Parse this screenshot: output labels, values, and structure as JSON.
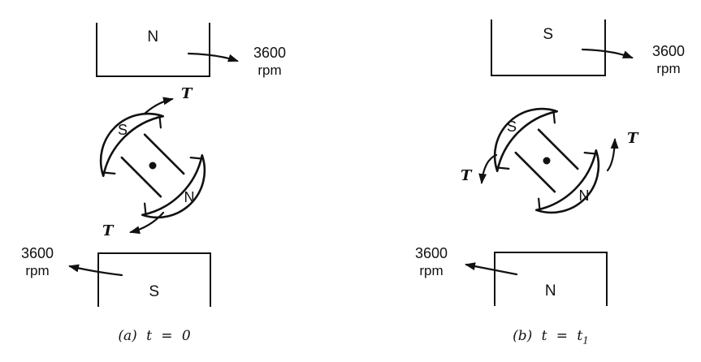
{
  "colors": {
    "ink": "#111111",
    "background": "#ffffff"
  },
  "panels": {
    "a": {
      "caption": {
        "text": "(a) t = 0",
        "sub": ""
      },
      "top_stator": {
        "pole": "N",
        "speed": "3600",
        "unit": "rpm"
      },
      "bottom_stator": {
        "pole": "S",
        "speed": "3600",
        "unit": "rpm"
      },
      "rotor": {
        "upper_pole": "S",
        "lower_pole": "N"
      },
      "torque": {
        "first": "T",
        "second": "T"
      }
    },
    "b": {
      "caption": {
        "text": "(b) t = t",
        "sub": "1"
      },
      "top_stator": {
        "pole": "S",
        "speed": "3600",
        "unit": "rpm"
      },
      "bottom_stator": {
        "pole": "N",
        "speed": "3600",
        "unit": "rpm"
      },
      "rotor": {
        "upper_pole": "S",
        "lower_pole": "N"
      },
      "torque": {
        "first": "T",
        "second": "T"
      }
    }
  }
}
